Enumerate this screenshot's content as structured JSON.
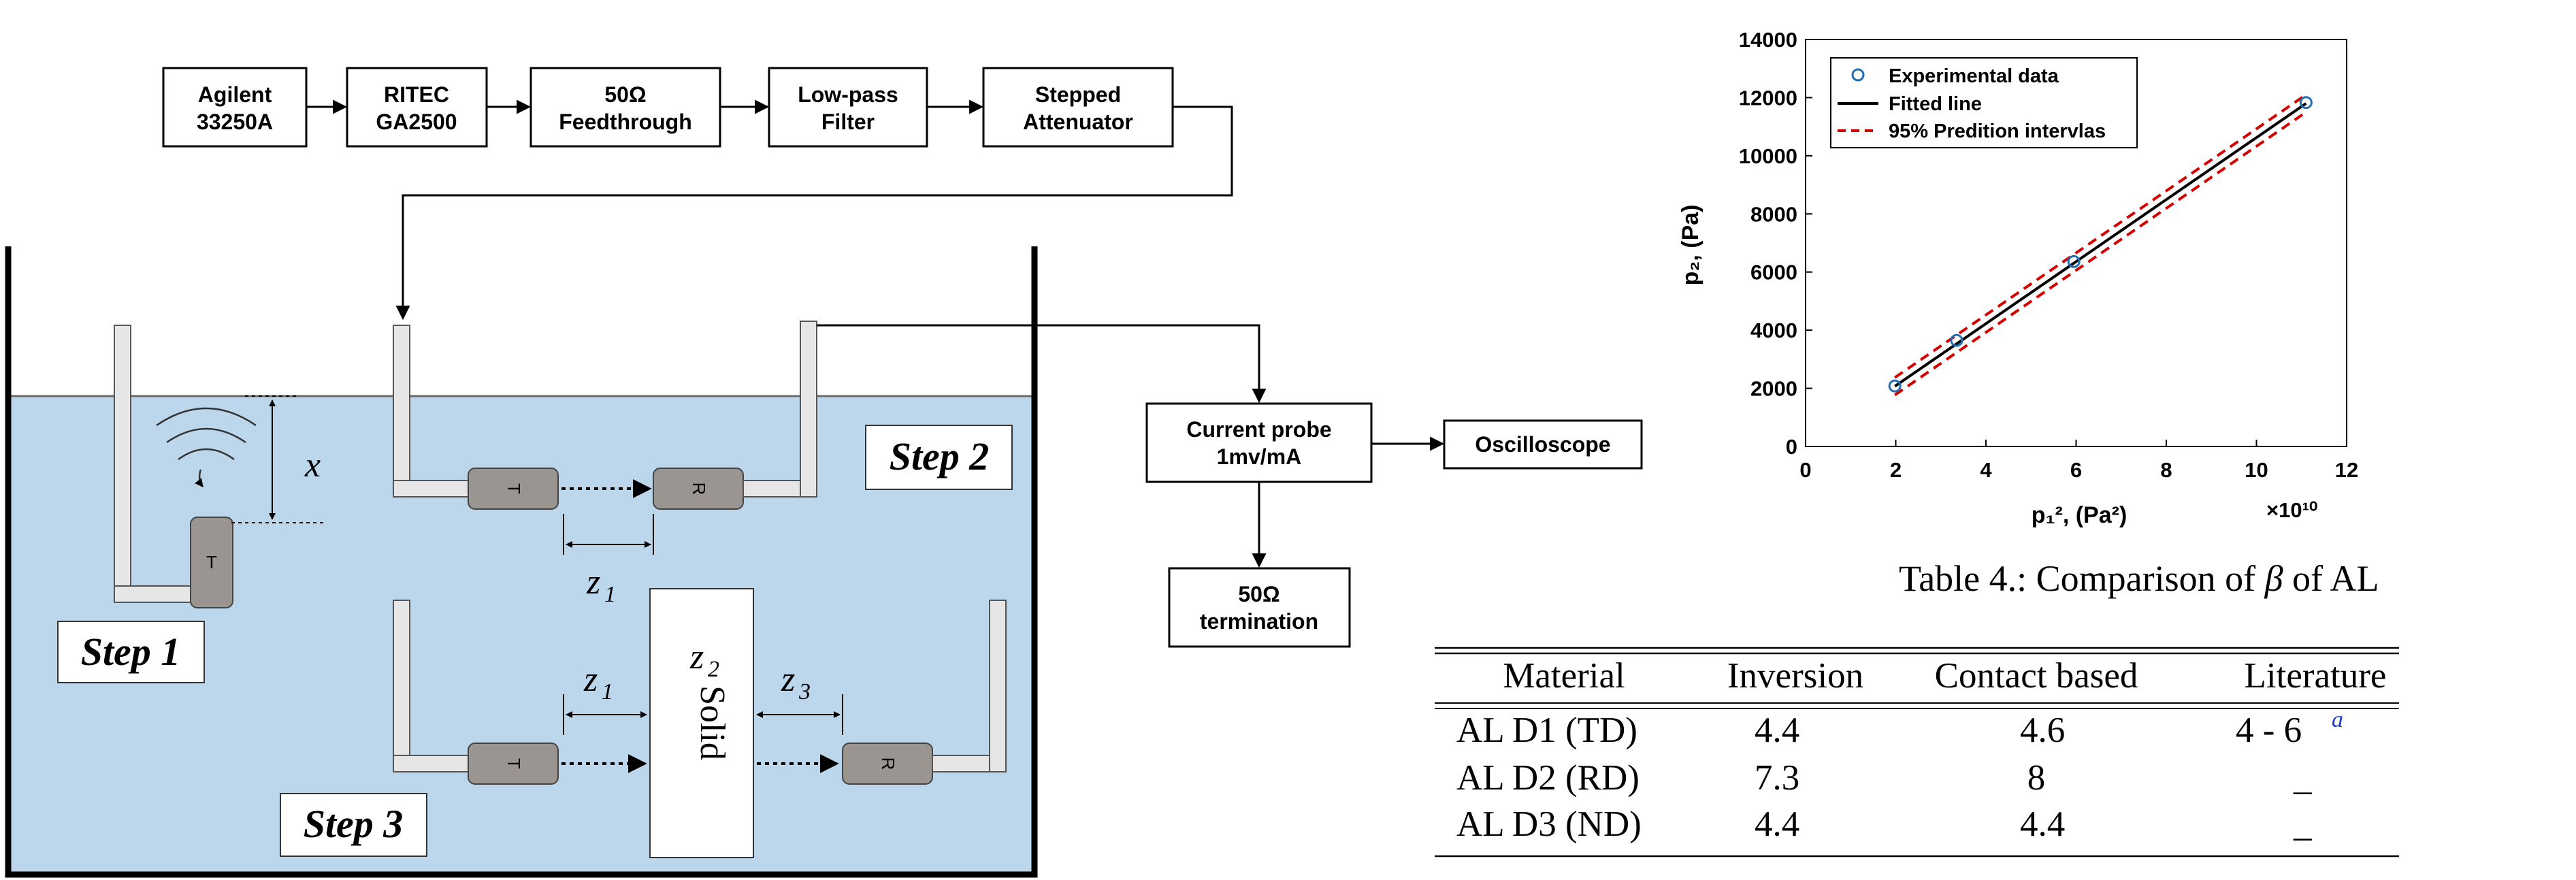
{
  "diagram": {
    "blocks": {
      "agilent": [
        "Agilent",
        "33250A"
      ],
      "ritec": [
        "RITEC",
        "GA2500"
      ],
      "feedthrough": [
        "50Ω",
        "Feedthrough"
      ],
      "lowpass": [
        "Low-pass",
        "Filter"
      ],
      "attenuator": [
        "Stepped",
        "Attenuator"
      ],
      "current_probe": [
        "Current probe",
        "1mv/mA"
      ],
      "oscilloscope": "Oscilloscope",
      "termination": [
        "50Ω",
        "termination"
      ]
    },
    "steps": {
      "step1": "Step 1",
      "step2": "Step 2",
      "step3": "Step 3"
    },
    "labels": {
      "x": "x",
      "z1": "z",
      "z1_sub": "1",
      "z2": "z",
      "z2_sub": "2",
      "z3": "z",
      "z3_sub": "3",
      "solid": "Solid"
    },
    "transducers": {
      "transmitter": "T",
      "receiver": "R"
    }
  },
  "chart_data": {
    "type": "scatter",
    "xlabel": "p₁², (Pa²)",
    "ylabel": "p₂, (Pa)",
    "x_multiplier": "×10¹⁰",
    "xlim": [
      0,
      12
    ],
    "ylim": [
      0,
      14000
    ],
    "x_ticks": [
      "0",
      "2",
      "4",
      "6",
      "8",
      "10",
      "12"
    ],
    "y_ticks": [
      "0",
      "2000",
      "4000",
      "6000",
      "8000",
      "10000",
      "12000",
      "14000"
    ],
    "legend_position": "top-left",
    "series": [
      {
        "name": "Experimental data",
        "kind": "markers",
        "color": "#1f6fb2",
        "x": [
          1.98,
          3.35,
          5.95,
          11.1
        ],
        "y": [
          2080,
          3650,
          6360,
          11830
        ]
      },
      {
        "name": "Fitted line",
        "kind": "line",
        "color": "#000000",
        "x": [
          1.98,
          11.1
        ],
        "y": [
          2070,
          11800
        ]
      },
      {
        "name": "95% Predition intervlas",
        "kind": "dashed",
        "color": "#d40000",
        "x": [
          1.98,
          11.1
        ],
        "y_upper": [
          2370,
          12100
        ],
        "y_lower": [
          1770,
          11500
        ]
      }
    ]
  },
  "table": {
    "caption_prefix": "Table 4.: Comparison of ",
    "caption_symbol": "β",
    "caption_suffix": " of AL",
    "headers": [
      "Material",
      "Inversion",
      "Contact based",
      "Literature"
    ],
    "rows": [
      [
        "AL D1 (TD)",
        "4.4",
        "4.6",
        "4 - 6"
      ],
      [
        "AL D2 (RD)",
        "7.3",
        "8",
        "_"
      ],
      [
        "AL D3 (ND)",
        "4.4",
        "4.4",
        "_"
      ]
    ],
    "footnote_mark": "a",
    "footnote_color": "#1a3cc8"
  }
}
